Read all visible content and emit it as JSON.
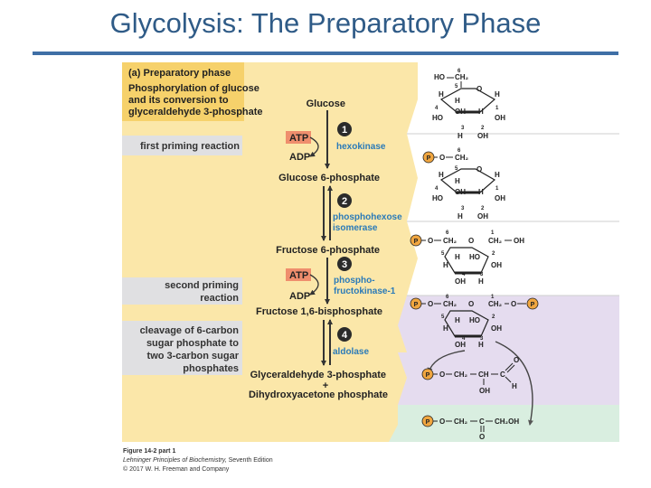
{
  "slide_title": "Glycolysis: The Preparatory Phase",
  "panel": {
    "heading": "(a) Preparatory phase",
    "subheading_lines": [
      "Phosphorylation of glucose",
      "and its conversion to",
      "glyceraldehyde 3-phosphate"
    ]
  },
  "side_labels": {
    "first_priming": "first priming reaction",
    "second_priming_lines": [
      "second priming",
      "reaction"
    ],
    "cleavage_lines": [
      "cleavage of 6-carbon",
      "sugar phosphate to",
      "two 3-carbon sugar",
      "phosphates"
    ]
  },
  "metabolites": {
    "glucose": "Glucose",
    "glucose_6p": "Glucose 6-phosphate",
    "fructose_6p": "Fructose 6-phosphate",
    "fructose_16bp": "Fructose 1,6-bisphosphate",
    "gap": "Glyceraldehyde 3-phosphate",
    "plus": "+",
    "dhap": "Dihydroxyacetone phosphate"
  },
  "steps": [
    {
      "number": "1",
      "enzyme_lines": [
        "hexokinase"
      ],
      "cofactor_in": "ATP",
      "cofactor_out": "ADP"
    },
    {
      "number": "2",
      "enzyme_lines": [
        "phosphohexose",
        "isomerase"
      ]
    },
    {
      "number": "3",
      "enzyme_lines": [
        "phospho-",
        "fructokinase-1"
      ],
      "cofactor_in": "ATP",
      "cofactor_out": "ADP"
    },
    {
      "number": "4",
      "enzyme_lines": [
        "aldolase"
      ]
    }
  ],
  "structure_text": {
    "HO": "HO",
    "H": "H",
    "OH": "OH",
    "O": "O",
    "P": "P",
    "plus": "+",
    "CH2": "CH₂",
    "CH2OH": "CH₂OH",
    "CH": "CH",
    "C": "C",
    "n1": "1",
    "n2": "2",
    "n3": "3",
    "n4": "4",
    "n5": "5",
    "n6": "6"
  },
  "caption": {
    "figure": "Figure 14-2 part 1",
    "book": "Lehninger Principles of Biochemistry,",
    "edition": " Seventh Edition",
    "copyright": "© 2017 W. H. Freeman and Company"
  },
  "colors": {
    "title": "#2f5b87",
    "rule": "#3f6fa6",
    "panel_yellow": "#fbe7a9",
    "heading_yellow": "#f6d16b",
    "sidebar_gray": "#e0e0e2",
    "band_purple": "#e5dcef",
    "band_green": "#d9eee0",
    "blue_text": "#2a7ab8",
    "step_circle": "#2b2b2b",
    "phosphate_orange": "#f0a640",
    "atp_red": "#e6463c"
  }
}
